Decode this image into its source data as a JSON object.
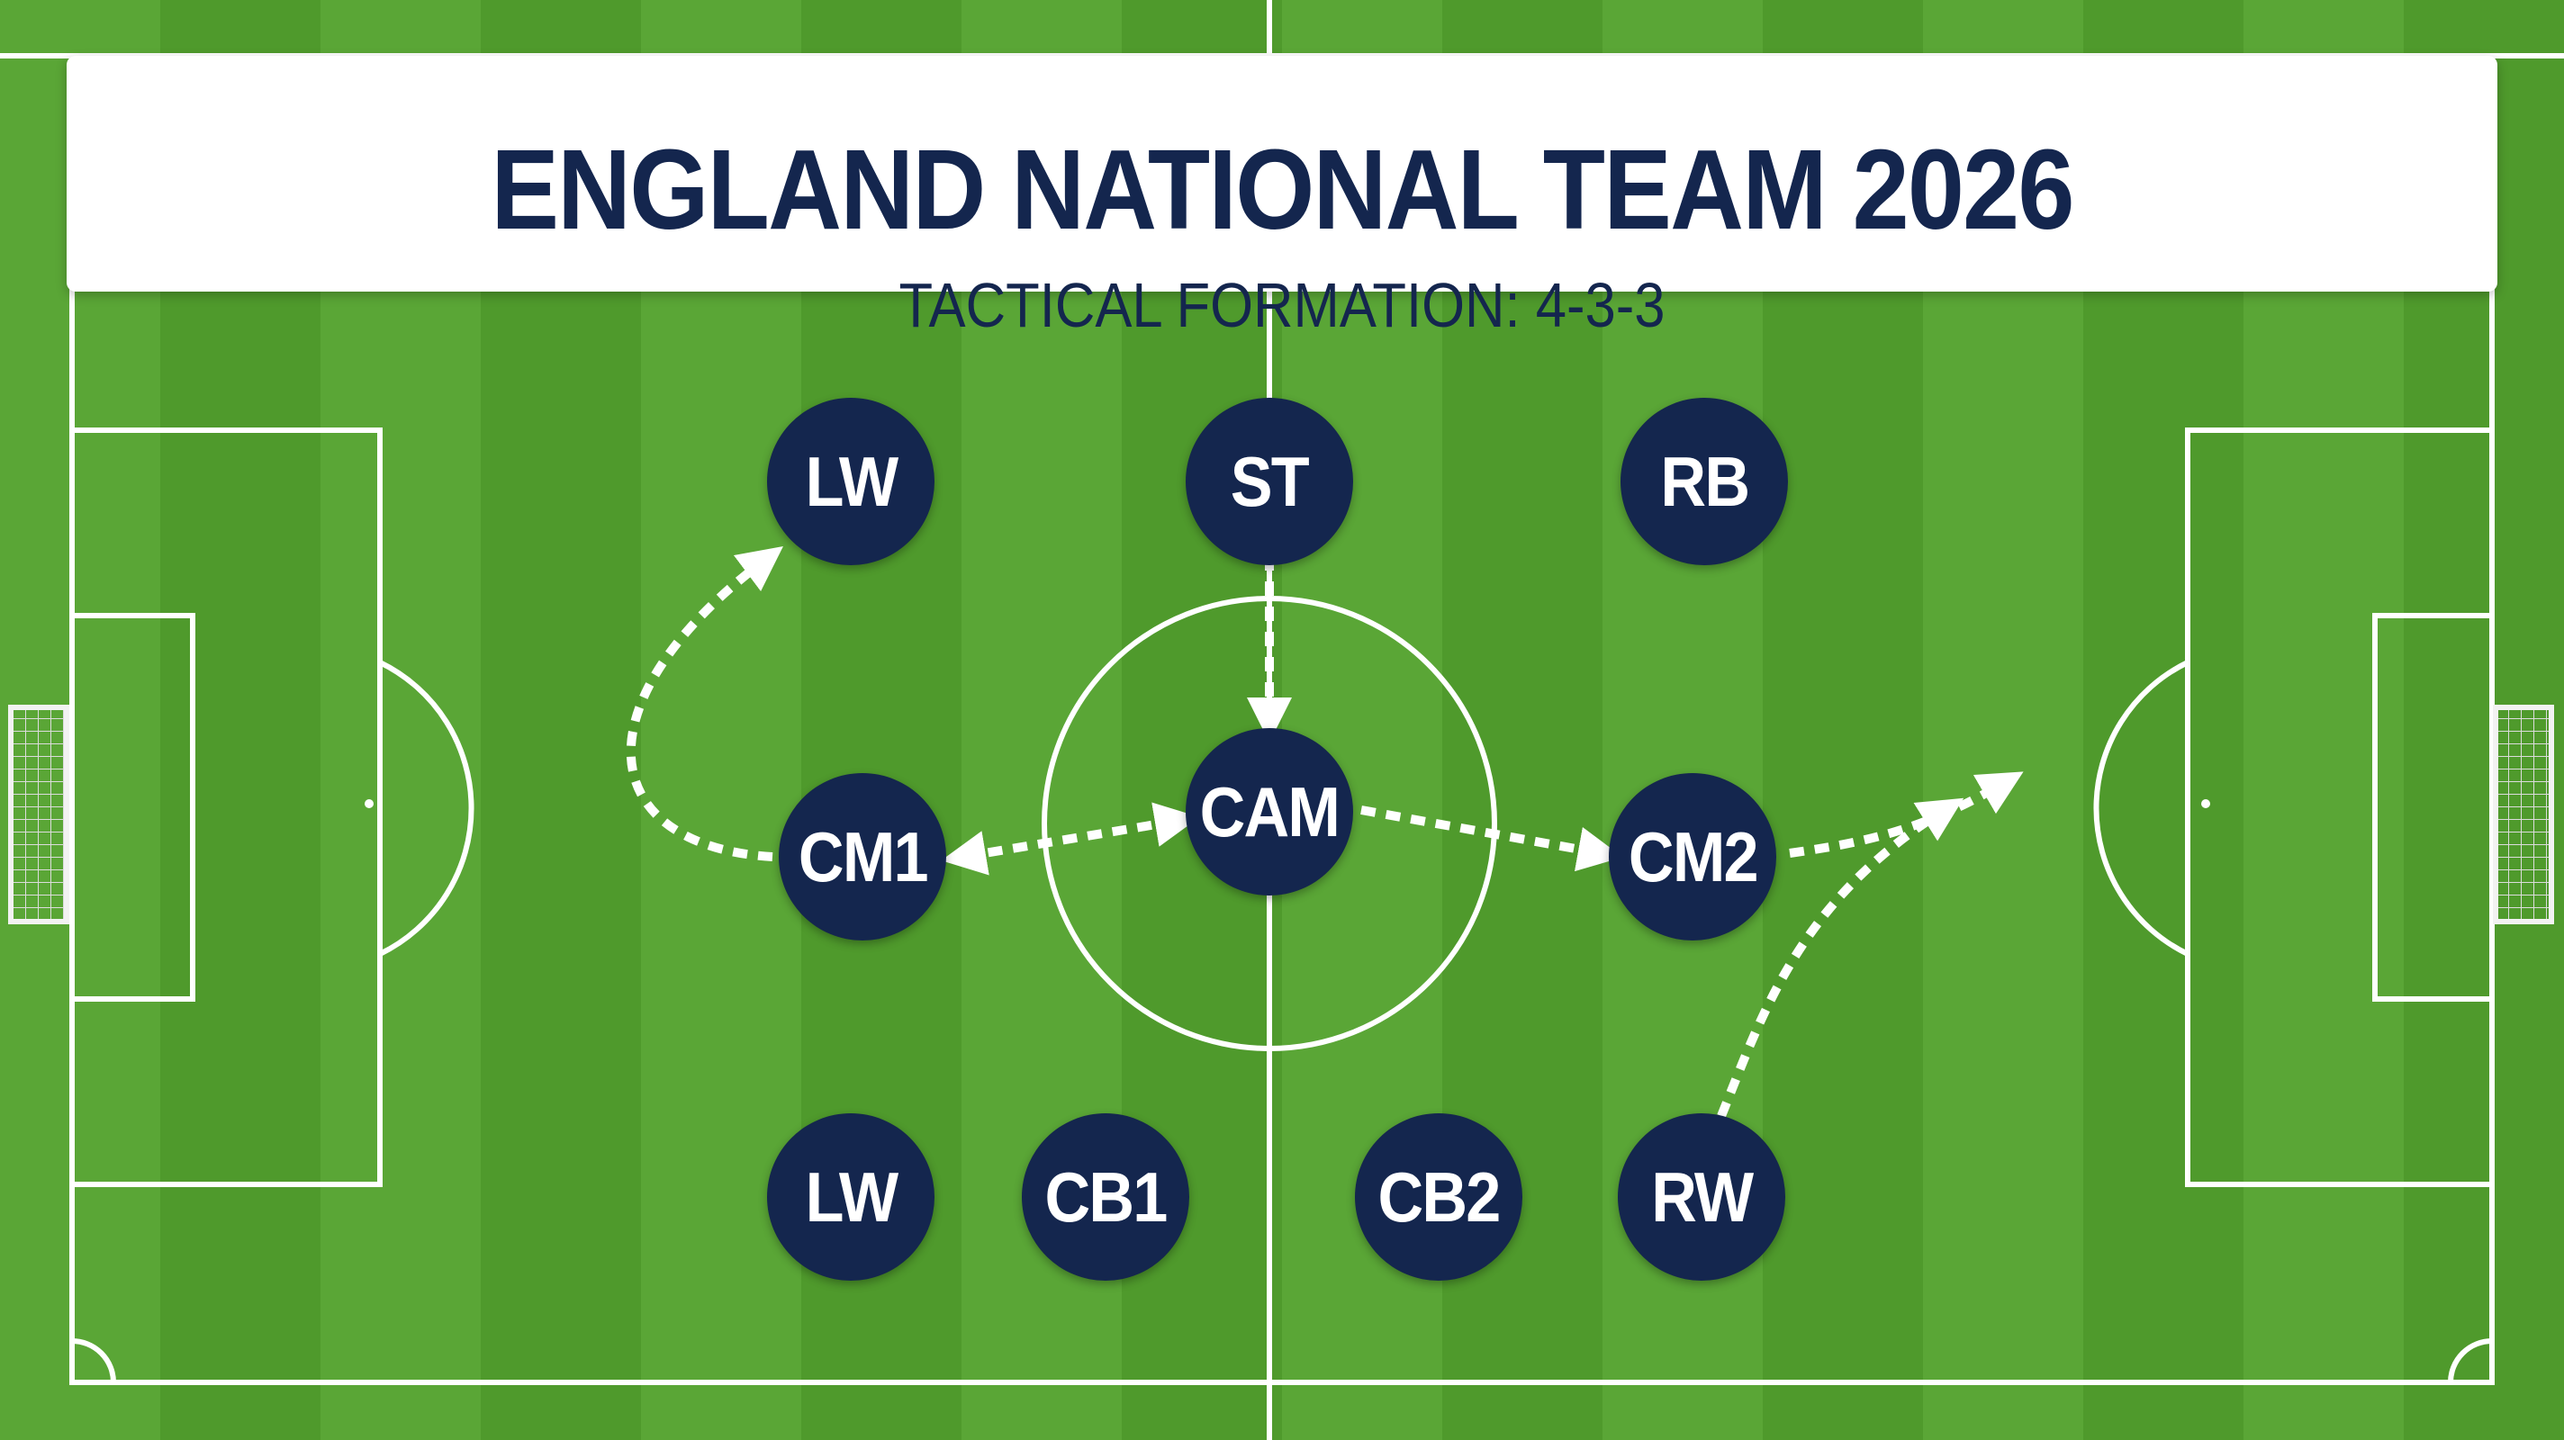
{
  "header": {
    "title": "ENGLAND NATIONAL TEAM 2026",
    "subtitle": "TACTICAL FORMATION: 4-3-3"
  },
  "colors": {
    "grass_light": "#5aa636",
    "grass_dark": "#4f9a2c",
    "line": "#ffffff",
    "player_fill": "#14264e",
    "title_text": "#14264e"
  },
  "players": [
    {
      "id": "lw-top",
      "label": "LW"
    },
    {
      "id": "st",
      "label": "ST"
    },
    {
      "id": "rb",
      "label": "RB"
    },
    {
      "id": "cm1",
      "label": "CM1"
    },
    {
      "id": "cam",
      "label": "CAM"
    },
    {
      "id": "cm2",
      "label": "CM2"
    },
    {
      "id": "lw-bottom",
      "label": "LW"
    },
    {
      "id": "cb1",
      "label": "CB1"
    },
    {
      "id": "cb2",
      "label": "CB2"
    },
    {
      "id": "rw",
      "label": "RW"
    }
  ]
}
